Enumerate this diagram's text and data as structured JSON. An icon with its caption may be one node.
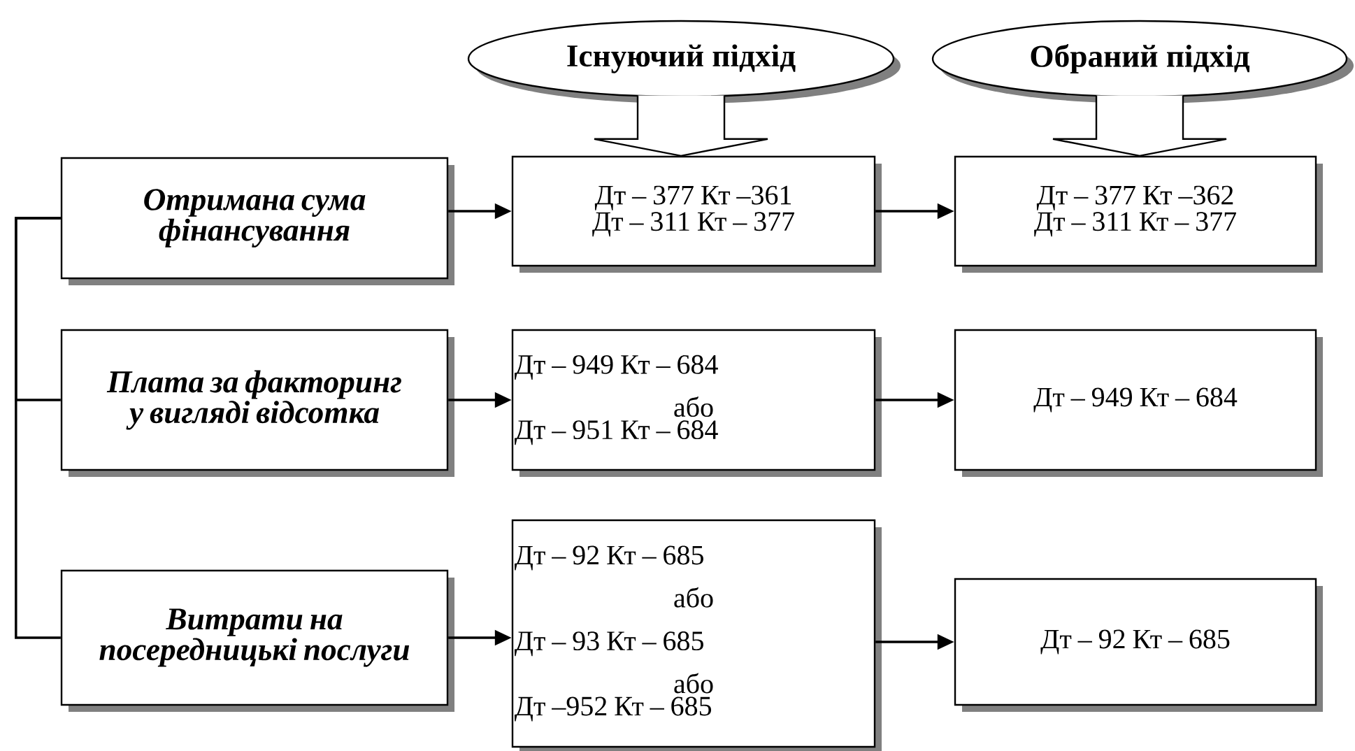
{
  "diagram": {
    "nodes": [
      {
        "text": [
          "Існуючий підхід"
        ]
      },
      {
        "text": [
          "Обраний підхід"
        ]
      },
      {
        "text": [
          "Отримана сума фінансування"
        ]
      },
      {
        "text": [
          "Дт – 377 Кт –361",
          "Дт – 311 Кт – 377"
        ]
      },
      {
        "text": [
          "Дт – 377 Кт –362",
          "Дт – 311 Кт – 377"
        ]
      },
      {
        "text": [
          "Плата за факторинг у вигляді відсотка"
        ]
      },
      {
        "text": [
          "Дт – 949 Кт – 684",
          "або",
          "Дт – 951 Кт – 684"
        ]
      },
      {
        "text": [
          "Дт – 949 Кт – 684"
        ]
      },
      {
        "text": [
          "Витрати на посередницькі послуги"
        ]
      },
      {
        "text": [
          "Дт – 92 Кт – 685",
          "або",
          "Дт – 93 Кт – 685",
          "або",
          "Дт –952 Кт – 685"
        ]
      },
      {
        "text": [
          "Дт – 92 Кт – 685"
        ]
      }
    ],
    "edges": [
      {
        "from": 0,
        "to": 3,
        "arrow": "to"
      },
      {
        "from": 1,
        "to": 4,
        "arrow": "to"
      },
      {
        "from": 2,
        "to": 3,
        "arrow": "to"
      },
      {
        "from": 3,
        "to": 4,
        "arrow": "to"
      },
      {
        "from": 5,
        "to": 6,
        "arrow": "to"
      },
      {
        "from": 6,
        "to": 7,
        "arrow": "to"
      },
      {
        "from": 8,
        "to": 9,
        "arrow": "to"
      },
      {
        "from": 9,
        "to": 10,
        "arrow": "to"
      },
      {
        "from": 2,
        "to": 5,
        "arrow": "none"
      },
      {
        "from": 2,
        "to": 8,
        "arrow": "none"
      }
    ]
  }
}
